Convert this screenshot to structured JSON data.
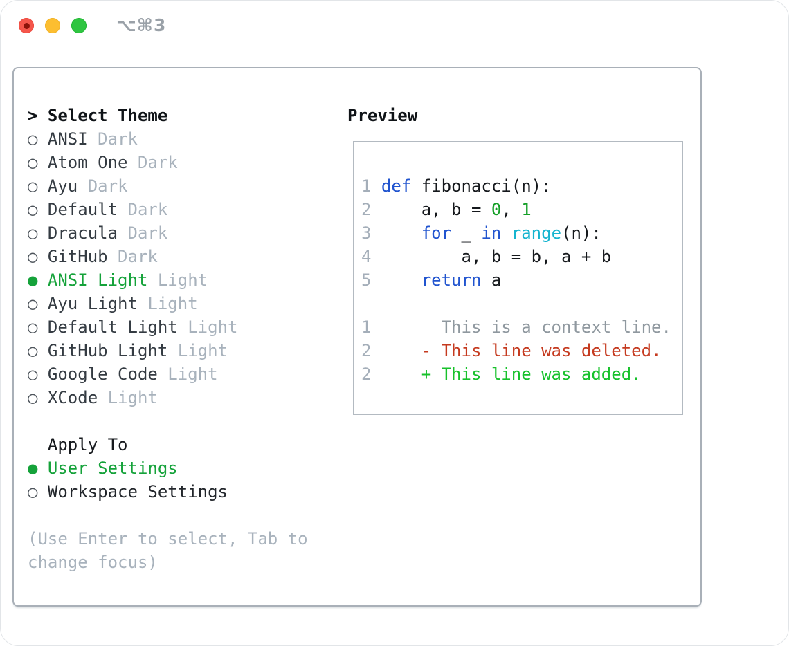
{
  "titlebar": {
    "shortcut": "⌥⌘3"
  },
  "icons": {
    "radio_unselected": "○",
    "radio_selected": "●",
    "cursor": ">"
  },
  "colors": {
    "accent_green": "#15a23a",
    "keyword_blue": "#2154cf",
    "builtin_cyan": "#15b4cf",
    "number_green": "#149f27",
    "deleted_red": "#c53a1f",
    "added_green": "#17c12b",
    "muted_gray": "#a8b2bc",
    "panel_border": "#a9b0b8"
  },
  "theme_list": {
    "header": {
      "prefix": ">",
      "label": "Select Theme"
    },
    "items": [
      {
        "name": "ANSI",
        "variant": "Dark",
        "selected": false
      },
      {
        "name": "Atom One",
        "variant": "Dark",
        "selected": false
      },
      {
        "name": "Ayu",
        "variant": "Dark",
        "selected": false
      },
      {
        "name": "Default",
        "variant": "Dark",
        "selected": false
      },
      {
        "name": "Dracula",
        "variant": "Dark",
        "selected": false
      },
      {
        "name": "GitHub",
        "variant": "Dark",
        "selected": false
      },
      {
        "name": "ANSI Light",
        "variant": "Light",
        "selected": true
      },
      {
        "name": "Ayu Light",
        "variant": "Light",
        "selected": false
      },
      {
        "name": "Default Light",
        "variant": "Light",
        "selected": false
      },
      {
        "name": "GitHub Light",
        "variant": "Light",
        "selected": false
      },
      {
        "name": "Google Code",
        "variant": "Light",
        "selected": false
      },
      {
        "name": "XCode",
        "variant": "Light",
        "selected": false
      }
    ]
  },
  "apply_to": {
    "label": "Apply To",
    "options": [
      {
        "label": "User Settings",
        "selected": true
      },
      {
        "label": "Workspace Settings",
        "selected": false
      }
    ]
  },
  "hint": "(Use Enter to select, Tab to change focus)",
  "preview": {
    "label": "Preview",
    "lines": [
      {
        "tokens": [
          {
            "c": "ln",
            "t": "1 "
          },
          {
            "c": "kw",
            "t": "def"
          },
          {
            "c": "code",
            "t": " fibonacci(n):"
          }
        ]
      },
      {
        "tokens": [
          {
            "c": "ln",
            "t": "2 "
          },
          {
            "c": "code",
            "t": "    a, b = "
          },
          {
            "c": "num",
            "t": "0"
          },
          {
            "c": "code",
            "t": ", "
          },
          {
            "c": "num",
            "t": "1"
          }
        ]
      },
      {
        "tokens": [
          {
            "c": "ln",
            "t": "3 "
          },
          {
            "c": "code",
            "t": "    "
          },
          {
            "c": "kw",
            "t": "for"
          },
          {
            "c": "code",
            "t": " _ "
          },
          {
            "c": "kw",
            "t": "in"
          },
          {
            "c": "code",
            "t": " "
          },
          {
            "c": "bi",
            "t": "range"
          },
          {
            "c": "code",
            "t": "(n):"
          }
        ]
      },
      {
        "tokens": [
          {
            "c": "ln",
            "t": "4 "
          },
          {
            "c": "code",
            "t": "        a, b = b, a + b"
          }
        ]
      },
      {
        "tokens": [
          {
            "c": "ln",
            "t": "5 "
          },
          {
            "c": "code",
            "t": "    "
          },
          {
            "c": "kw",
            "t": "return"
          },
          {
            "c": "code",
            "t": " a"
          }
        ]
      },
      {
        "tokens": []
      },
      {
        "tokens": [
          {
            "c": "ln",
            "t": "1"
          },
          {
            "c": "ctx",
            "t": "       This is a context line."
          }
        ]
      },
      {
        "tokens": [
          {
            "c": "ln",
            "t": "2"
          },
          {
            "c": "code",
            "t": "     "
          },
          {
            "c": "del",
            "t": "- This line was deleted."
          }
        ]
      },
      {
        "tokens": [
          {
            "c": "ln",
            "t": "2"
          },
          {
            "c": "code",
            "t": "     "
          },
          {
            "c": "add",
            "t": "+ This line was added."
          }
        ]
      }
    ]
  }
}
